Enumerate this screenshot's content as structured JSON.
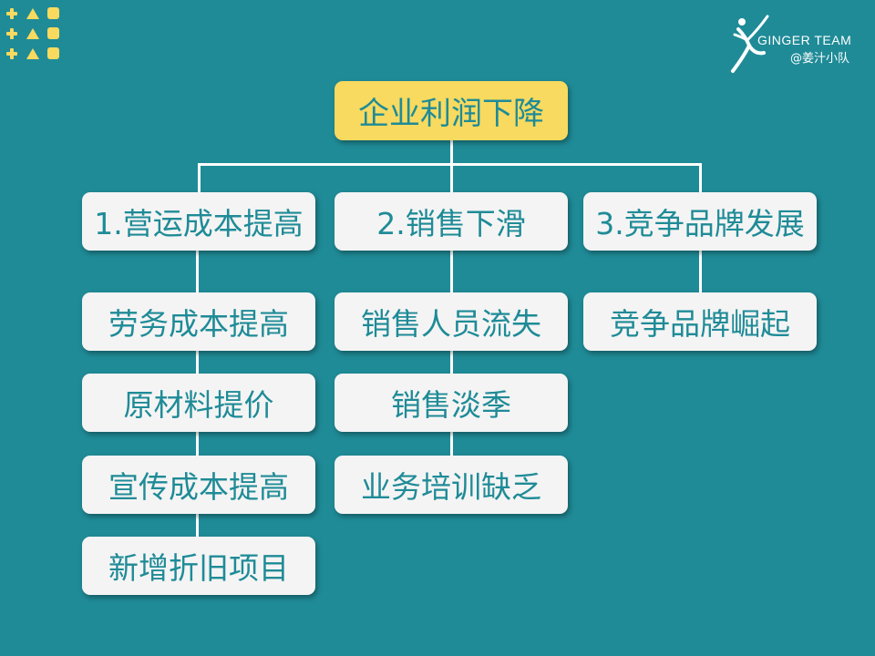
{
  "logo": {
    "name": "GINGER TEAM",
    "sub": "@姜汁小队"
  },
  "root": {
    "label": "企业利润下降"
  },
  "branches": [
    {
      "label": "1.营运成本提高",
      "children": [
        "劳务成本提高",
        "原材料提价",
        "宣传成本提高",
        "新增折旧项目"
      ]
    },
    {
      "label": "2.销售下滑",
      "children": [
        "销售人员流失",
        "销售淡季",
        "业务培训缺乏"
      ]
    },
    {
      "label": "3.竞争品牌发展",
      "children": [
        "竞争品牌崛起"
      ]
    }
  ],
  "colors": {
    "background": "#1f8b97",
    "root_fill": "#f7da5f",
    "box_fill": "#f4f4f4",
    "text": "#1f8b97",
    "connector": "#ffffff"
  }
}
